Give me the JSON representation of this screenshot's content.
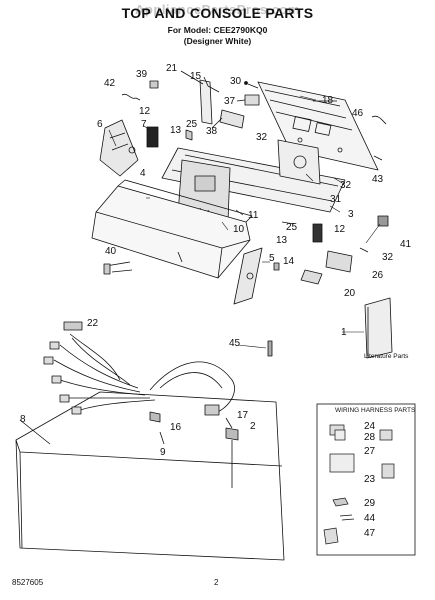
{
  "watermark": "AppliancePartsPros.com",
  "header": {
    "title": "TOP AND CONSOLE PARTS",
    "model": "For Model: CEE2790KQ0",
    "variant": "(Designer White)"
  },
  "callouts": {
    "c1": "1",
    "c2": "2",
    "c3": "3",
    "c4": "4",
    "c5": "5",
    "c6": "6",
    "c7": "7",
    "c8": "8",
    "c9": "9",
    "c10": "10",
    "c11": "11",
    "c12a": "12",
    "c12b": "12",
    "c13a": "13",
    "c13b": "13",
    "c14": "14",
    "c15": "15",
    "c16": "16",
    "c17": "17",
    "c18": "18",
    "c20": "20",
    "c21": "21",
    "c22": "22",
    "c25a": "25",
    "c25b": "25",
    "c26": "26",
    "c30": "30",
    "c31": "31",
    "c32a": "32",
    "c32b": "32",
    "c32c": "32",
    "c37": "37",
    "c38": "38",
    "c39": "39",
    "c40": "40",
    "c41": "41",
    "c42": "42",
    "c43": "43",
    "c45": "45",
    "c46": "46"
  },
  "literature": {
    "label": "Literature Parts"
  },
  "harness_box": {
    "title": "WIRING HARNESS PARTS",
    "c24": "24",
    "c28": "28",
    "c27": "27",
    "c23": "23",
    "c29": "29",
    "c44": "44",
    "c47": "47"
  },
  "footer": {
    "doc_number": "8527605",
    "page": "2"
  }
}
